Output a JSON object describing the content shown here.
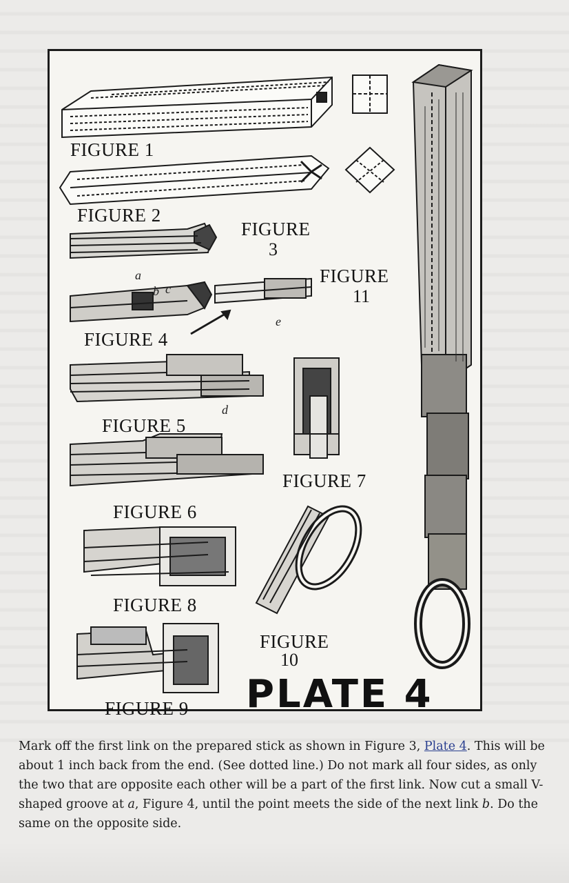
{
  "plate": {
    "title": "PLATE 4",
    "figures": {
      "f1": "FIGURE 1",
      "f2": "FIGURE 2",
      "f3a": "FIGURE",
      "f3b": "3",
      "f4": "FIGURE 4",
      "f5": "FIGURE 5",
      "f6": "FIGURE 6",
      "f7": "FIGURE 7",
      "f8": "FIGURE 8",
      "f9": "FIGURE 9",
      "f10a": "FIGURE",
      "f10b": "10",
      "f11a": "FIGURE",
      "f11b": "11"
    },
    "letters": {
      "a": "a",
      "b": "b",
      "c": "c",
      "d": "d",
      "e": "e"
    }
  },
  "caption": {
    "before_link": "Mark off the first link on the prepared stick as shown in Figure 3, ",
    "link": "Plate 4",
    "after_link": ". This will be about 1 inch back from the end. (See dotted line.) Do not mark all four sides, as only the two that are opposite each other will be a part of the first link. Now cut a small V-shaped groove at ",
    "a": "a",
    "mid": ", Figure 4, until the point meets the side of the next link ",
    "b": "b",
    "end": ". Do the same on the opposite side."
  }
}
